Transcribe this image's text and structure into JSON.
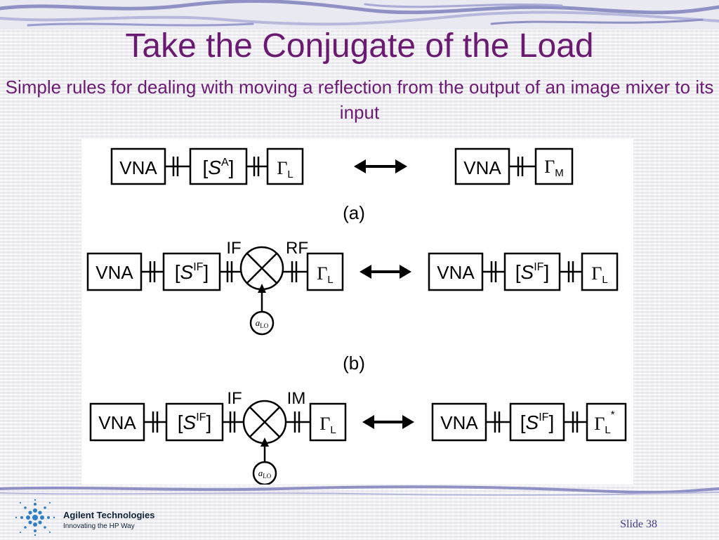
{
  "slide": {
    "title": "Take the Conjugate of the Load",
    "subtitle": "Simple rules for dealing with moving a reflection from the output of an image mixer to its input"
  },
  "diagram": {
    "vna": "VNA",
    "gamma": "Γ",
    "s_open": "[",
    "s_letter": "S",
    "s_close": "]",
    "sup_A": "A",
    "sup_IF": "IF",
    "sub_L": "L",
    "sub_M": "M",
    "conj_star": "*",
    "a_letter": "a",
    "sub_LO": "LO",
    "port_IF": "IF",
    "port_RF": "RF",
    "port_IM": "IM",
    "caption_a": "(a)",
    "caption_b": "(b)"
  },
  "footer": {
    "company": "Agilent Technologies",
    "tagline": "Innovating the HP Way",
    "slide_label": "Slide 38"
  },
  "colors": {
    "title": "#6b1a72",
    "decor": "#8f91c4",
    "footer_text": "#3d3d8a",
    "logo_blue": "#2f7fc4"
  },
  "icons": {
    "logo": "agilent-spark-icon",
    "mixer": "mixer-cross-icon",
    "arrow": "double-arrow-icon"
  }
}
